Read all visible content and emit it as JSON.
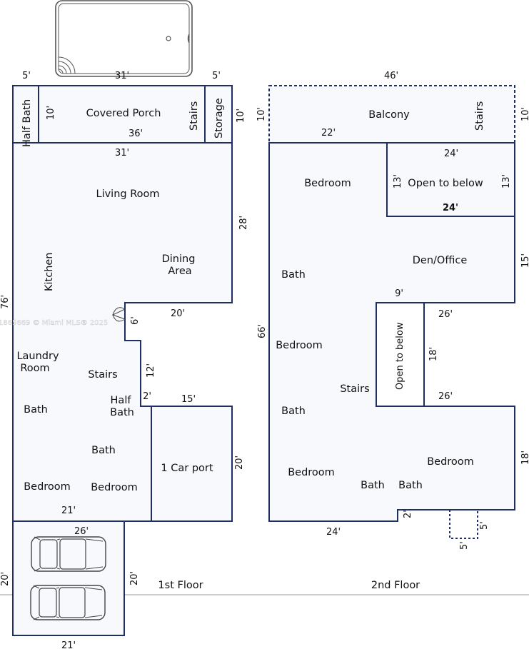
{
  "colors": {
    "wall": "#1f2f63",
    "floor_fill": "#f7f9fc",
    "car_outline": "#444444",
    "ground_line": "#999999"
  },
  "watermark": "1865669 © Miami MLS® 2025",
  "floor_labels": {
    "first": "1st Floor",
    "second": "2nd Floor"
  },
  "first_floor": {
    "rooms": {
      "half_bath_top": "Half Bath",
      "covered_porch": "Covered Porch",
      "stairs_top": "Stairs",
      "storage": "Storage",
      "living_room": "Living Room",
      "dining_line1": "Dining",
      "dining_line2": "Area",
      "kitchen": "Kitchen",
      "laundry_line1": "Laundry",
      "laundry_line2": "Room",
      "stairs": "Stairs",
      "half_bath_line1": "Half",
      "half_bath_line2": "Bath",
      "bath_left": "Bath",
      "bath_center": "Bath",
      "bedroom_left": "Bedroom",
      "bedroom_right": "Bedroom",
      "car_port": "1 Car port"
    },
    "dims": {
      "top_left": "5'",
      "top_porch": "31'",
      "top_storage": "5'",
      "porch_height": "10'",
      "porch_width": "36'",
      "storage_height": "10'",
      "living_width": "31'",
      "right_28": "28'",
      "left_76": "76'",
      "notch_20": "20'",
      "notch_6": "6'",
      "right_12": "12'",
      "step_2": "2'",
      "carport_width": "15'",
      "carport_height": "20'",
      "bottom_21": "21'",
      "garage_width": "26'",
      "garage_left": "20'",
      "garage_right": "20'",
      "garage_bottom": "21'"
    }
  },
  "second_floor": {
    "rooms": {
      "balcony": "Balcony",
      "stairs_top": "Stairs",
      "bedroom_top": "Bedroom",
      "open_to_below_top": "Open to below",
      "den_office": "Den/Office",
      "bath_left_top": "Bath",
      "bedroom_mid": "Bedroom",
      "open_to_below_mid": "Open to below",
      "stairs": "Stairs",
      "bath_left_bottom": "Bath",
      "bedroom_bottom_left": "Bedroom",
      "bedroom_bottom_right": "Bedroom",
      "bath_b1": "Bath",
      "bath_b2": "Bath"
    },
    "dims": {
      "balcony_width": "46'",
      "balcony_left": "10'",
      "balcony_right": "10'",
      "balcony_bottom": "22'",
      "open_top_width": "24'",
      "open_top_left": "13'",
      "open_top_right": "13'",
      "open_top_bottom": "24'",
      "right_15": "15'",
      "notch_9": "9'",
      "left_66": "66'",
      "open_mid_top": "26'",
      "open_mid_height": "18'",
      "open_mid_bottom": "26'",
      "right_18": "18'",
      "step_2": "2'",
      "bottom_24": "24'",
      "bump_height": "5'",
      "bump_width": "5'"
    }
  }
}
